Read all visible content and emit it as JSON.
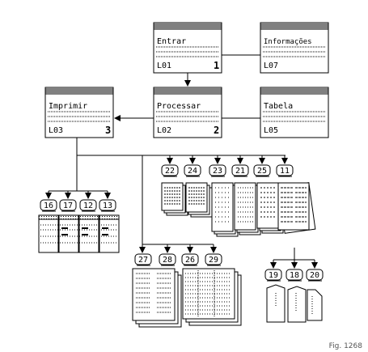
{
  "boxes": {
    "entrar": {
      "title": "Entrar",
      "code": "L01",
      "number": "1"
    },
    "informacoes": {
      "title": "Informações",
      "code": "L07",
      "number": ""
    },
    "imprimir": {
      "title": "Imprimir",
      "code": "L03",
      "number": "3"
    },
    "processar": {
      "title": "Processar",
      "code": "L02",
      "number": "2"
    },
    "tabela": {
      "title": "Tabela",
      "code": "L05",
      "number": ""
    }
  },
  "badges": {
    "group_a": [
      "22",
      "24",
      "23",
      "21",
      "25",
      "11"
    ],
    "group_b": [
      "16",
      "17",
      "12",
      "13"
    ],
    "group_c": [
      "27",
      "28",
      "26",
      "29"
    ],
    "group_d": [
      "19",
      "18",
      "20"
    ]
  },
  "caption": "Fig. 1268",
  "colors": {
    "ink": "#000000",
    "paper": "#ffffff",
    "caption": "#555555"
  }
}
